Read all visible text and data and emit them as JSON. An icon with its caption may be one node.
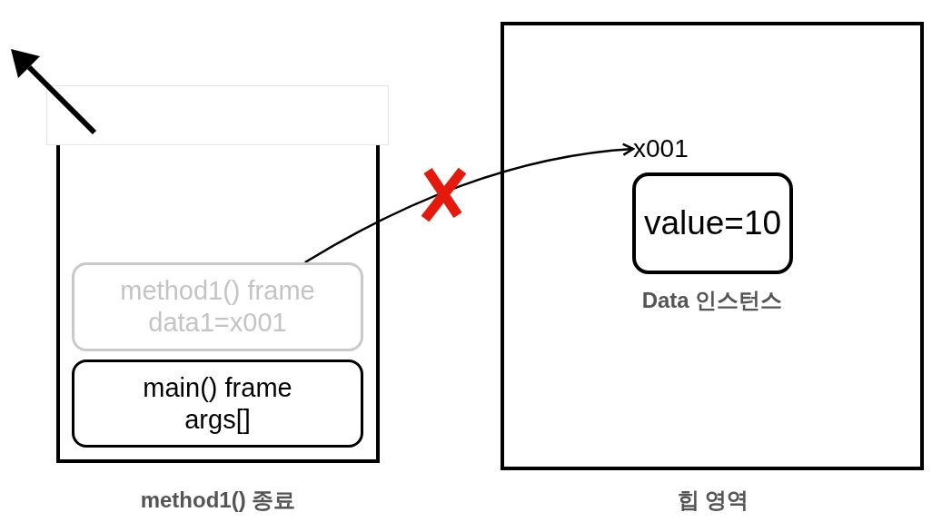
{
  "diagram": {
    "nodes": [
      {
        "text": [],
        "shape": "box"
      },
      {
        "text": [
          "method1() 종료"
        ]
      },
      {
        "text": [
          "method1() frame",
          "data1=x001"
        ],
        "in": 1
      },
      {
        "text": [
          "main() frame",
          "args[]"
        ],
        "in": 1
      },
      {
        "text": [
          "힙 영역"
        ]
      },
      {
        "text": [
          "x001"
        ],
        "in": 4
      },
      {
        "text": [
          "value=10"
        ],
        "in": 4,
        "beside": [
          "Data 인스턴스"
        ]
      }
    ],
    "edges": [
      {
        "from": 2,
        "to": 5,
        "arrow": "to"
      }
    ]
  }
}
